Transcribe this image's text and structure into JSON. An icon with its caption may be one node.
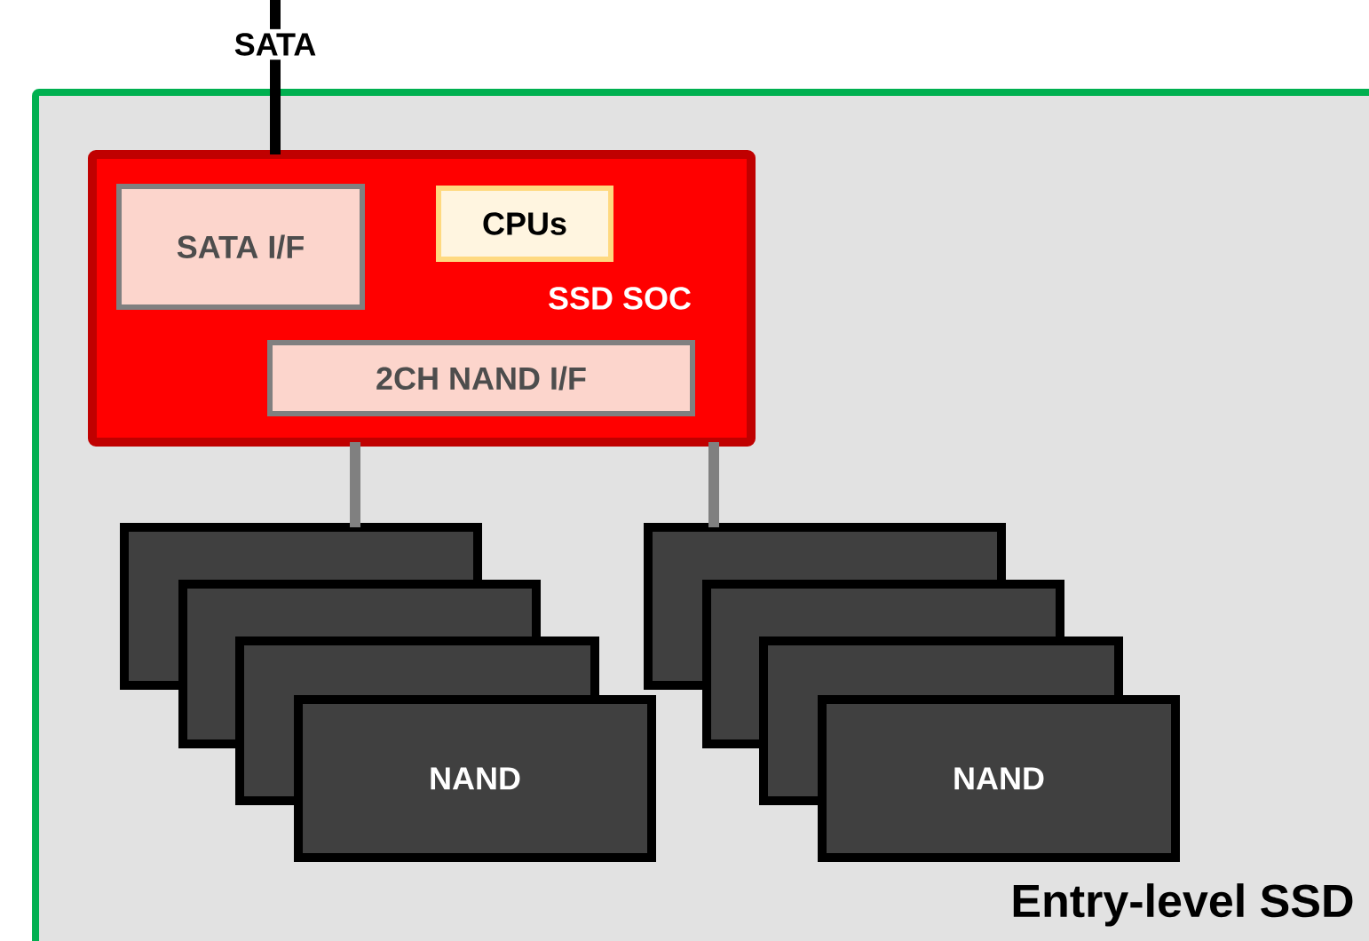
{
  "diagram": {
    "nodes": [
      {
        "text": [
          "SATA"
        ]
      },
      {
        "text": [
          "Entry-level SSD"
        ]
      },
      {
        "text": [
          "SSD SOC"
        ],
        "in": 1
      },
      {
        "text": [
          "SATA I/F"
        ],
        "in": 2
      },
      {
        "text": [
          "CPUs"
        ],
        "in": 2
      },
      {
        "text": [
          "2CH NAND I/F"
        ],
        "in": 2
      },
      {
        "text": [],
        "shape": "box",
        "in": 1
      },
      {
        "text": [],
        "shape": "box",
        "in": 1
      },
      {
        "text": [],
        "shape": "box",
        "in": 1
      },
      {
        "text": [
          "NAND"
        ],
        "in": 1
      },
      {
        "text": [],
        "shape": "box",
        "in": 1
      },
      {
        "text": [],
        "shape": "box",
        "in": 1
      },
      {
        "text": [],
        "shape": "box",
        "in": 1
      },
      {
        "text": [
          "NAND"
        ],
        "in": 1
      }
    ],
    "edges": [
      {
        "from": null,
        "to": 0,
        "arrow": "none"
      },
      {
        "from": 0,
        "to": 2,
        "arrow": "none"
      },
      {
        "from": 2,
        "to": 6,
        "arrow": "none",
        "color": "#808080"
      },
      {
        "from": 2,
        "to": 10,
        "arrow": "none",
        "color": "#808080"
      }
    ]
  }
}
